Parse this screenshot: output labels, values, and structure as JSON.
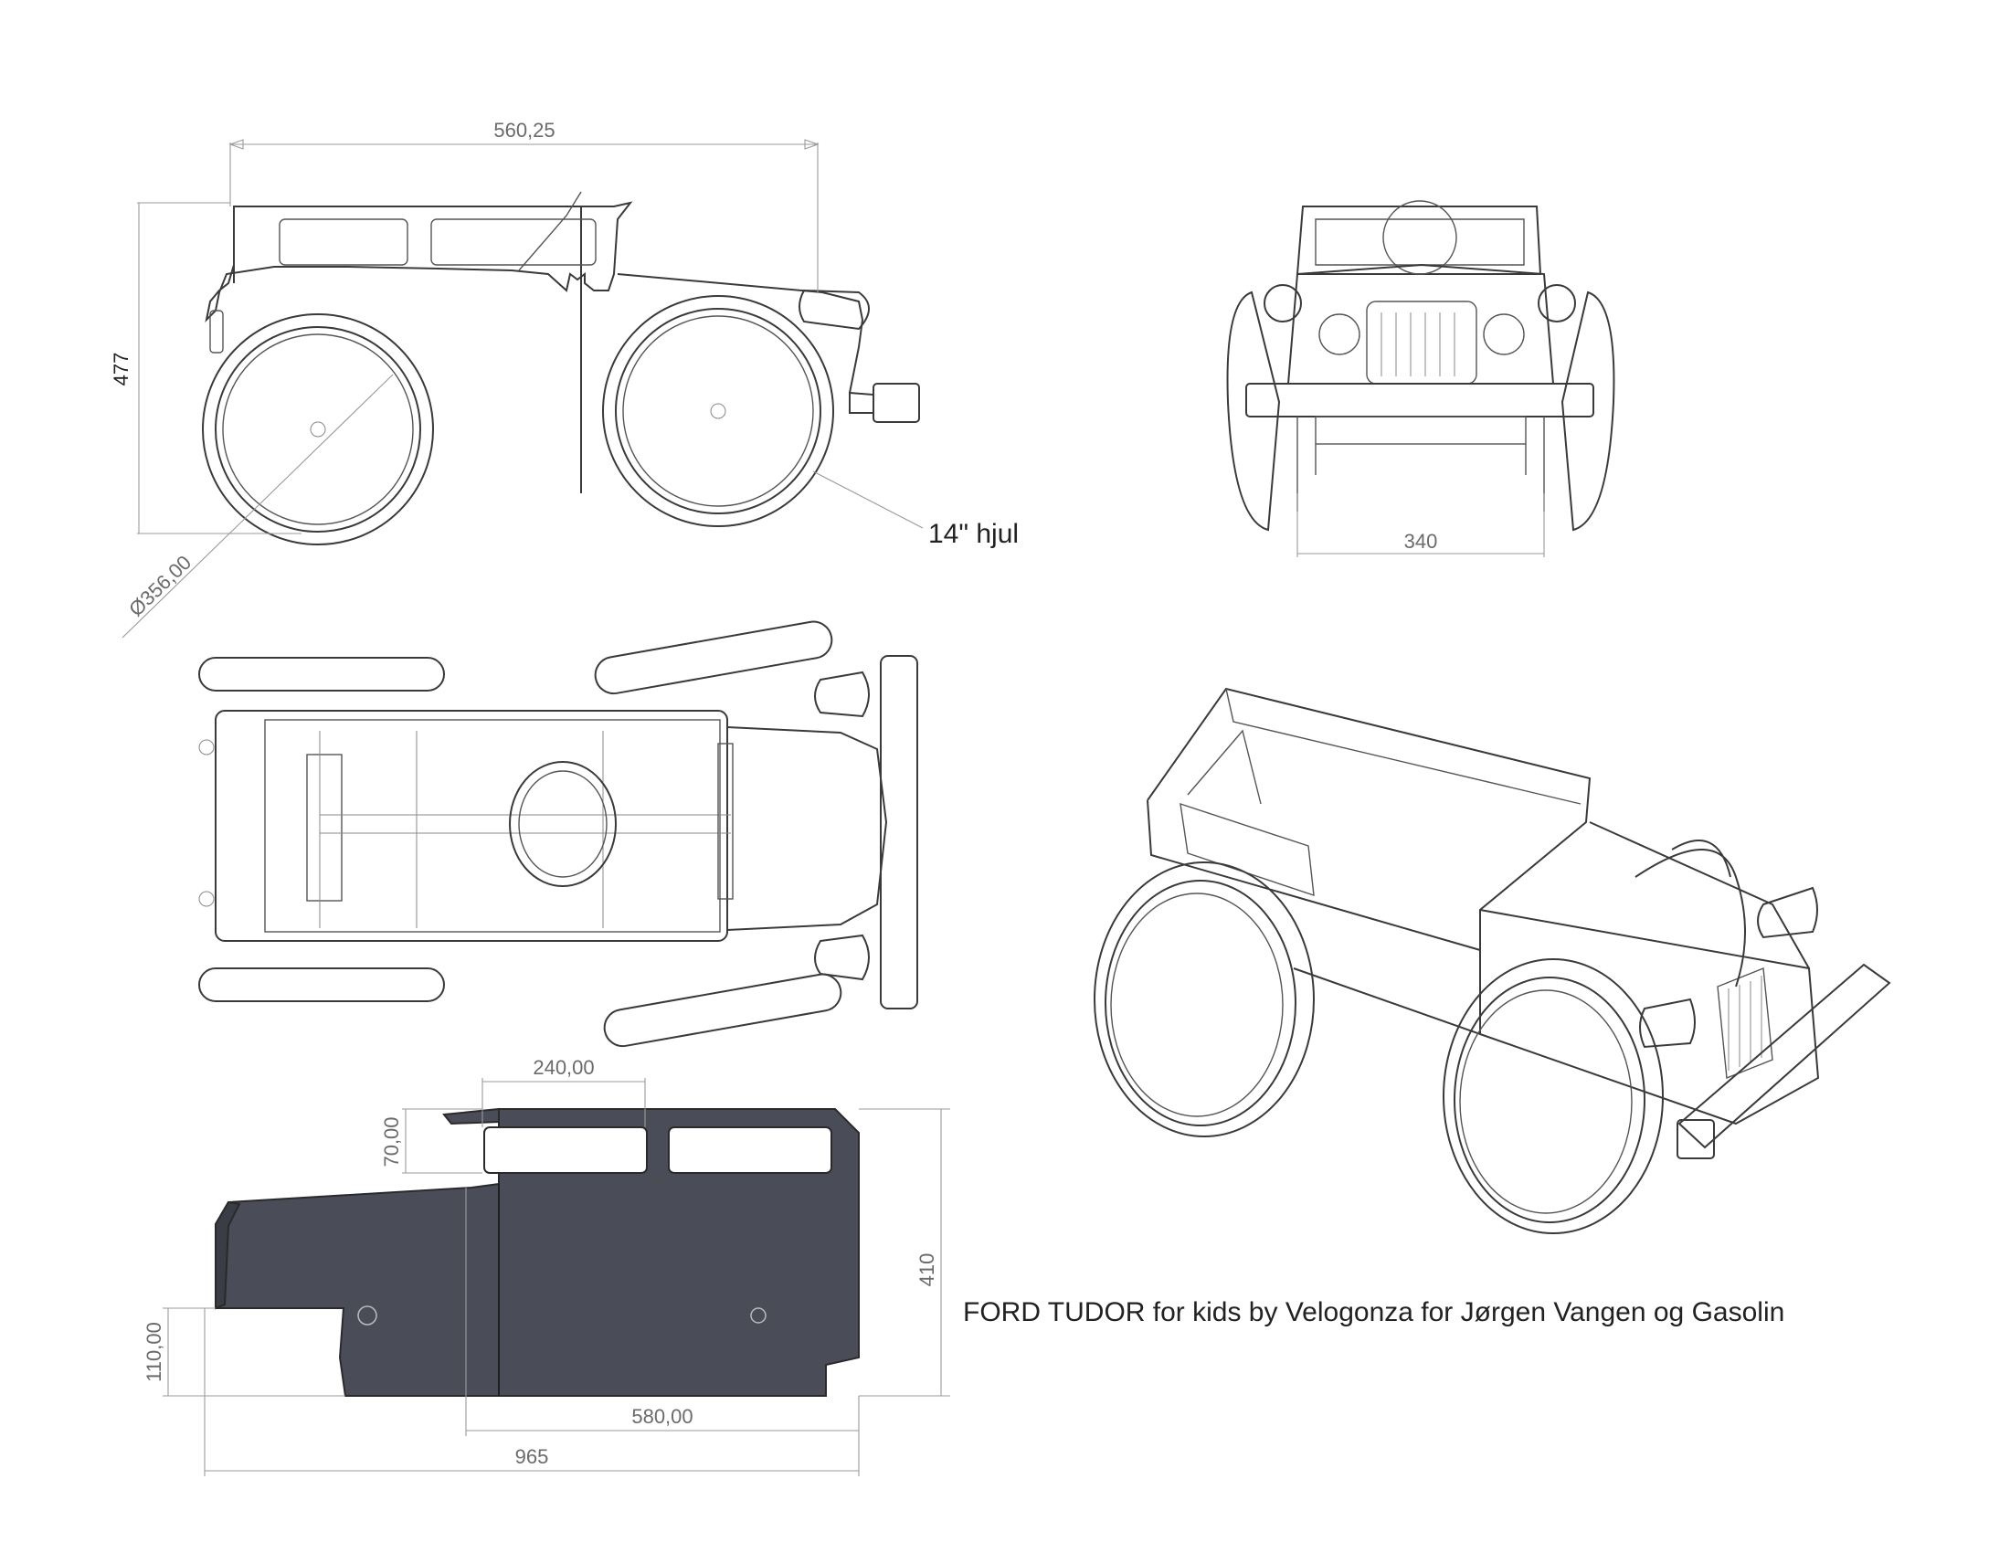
{
  "title": "FORD TUDOR for kids by Velogonza for Jørgen Vangen og Gasolin",
  "views": {
    "side": {
      "dim_length": "560,25",
      "dim_height": "477",
      "dim_wheel_diameter": "Ø356,00",
      "wheel_note": "14\" hjul"
    },
    "front": {
      "dim_track": "340"
    },
    "panel": {
      "dim_window_span": "240,00",
      "dim_window_height": "70,00",
      "dim_height": "410",
      "dim_step_height": "110,00",
      "dim_rear_length": "580,00",
      "dim_total_length": "965"
    }
  }
}
